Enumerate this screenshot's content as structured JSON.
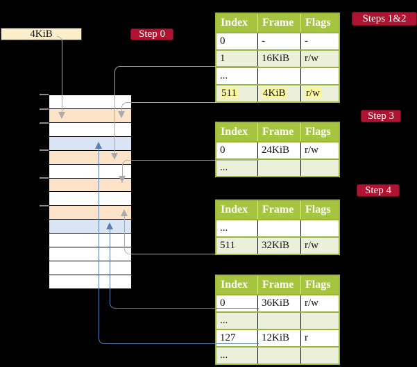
{
  "pointer_box": {
    "label": "4KiB"
  },
  "step_badges": [
    {
      "id": "step0",
      "label": "Step 0"
    },
    {
      "id": "steps12",
      "label": "Steps 1&2"
    },
    {
      "id": "step3",
      "label": "Step 3"
    },
    {
      "id": "step4",
      "label": "Step 4"
    }
  ],
  "page_tables": [
    {
      "id": "table-steps-1-2",
      "headers": [
        "Index",
        "Frame",
        "Flags"
      ],
      "rows": [
        {
          "index": "0",
          "frame": "-",
          "flags": "-",
          "shaded": false,
          "highlighted": false
        },
        {
          "index": "1",
          "frame": "16KiB",
          "flags": "r/w",
          "shaded": true,
          "highlighted": false
        },
        {
          "index": "...",
          "frame": "",
          "flags": "",
          "shaded": false,
          "highlighted": false
        },
        {
          "index": "511",
          "frame": "4KiB",
          "flags": "r/w",
          "shaded": true,
          "highlighted": true
        }
      ]
    },
    {
      "id": "table-step-3",
      "headers": [
        "Index",
        "Frame",
        "Flags"
      ],
      "rows": [
        {
          "index": "0",
          "frame": "24KiB",
          "flags": "r/w",
          "shaded": false,
          "highlighted": false
        },
        {
          "index": "...",
          "frame": "",
          "flags": "",
          "shaded": true,
          "highlighted": false
        }
      ]
    },
    {
      "id": "table-step-4",
      "headers": [
        "Index",
        "Frame",
        "Flags"
      ],
      "rows": [
        {
          "index": "...",
          "frame": "",
          "flags": "",
          "shaded": false,
          "highlighted": false
        },
        {
          "index": "511",
          "frame": "32KiB",
          "flags": "r/w",
          "shaded": true,
          "highlighted": false
        }
      ]
    },
    {
      "id": "table-leaf",
      "headers": [
        "Index",
        "Frame",
        "Flags"
      ],
      "rows": [
        {
          "index": "0",
          "frame": "36KiB",
          "flags": "r/w",
          "shaded": false,
          "highlighted": false
        },
        {
          "index": "...",
          "frame": "",
          "flags": "",
          "shaded": true,
          "highlighted": false
        },
        {
          "index": "127",
          "frame": "12KiB",
          "flags": "r",
          "shaded": false,
          "highlighted": false
        },
        {
          "index": "...",
          "frame": "",
          "flags": "",
          "shaded": true,
          "highlighted": false
        }
      ]
    }
  ],
  "memory_column": {
    "rows": [
      {
        "fill": "white"
      },
      {
        "fill": "peach"
      },
      {
        "fill": "white"
      },
      {
        "fill": "blue"
      },
      {
        "fill": "peach"
      },
      {
        "fill": "white"
      },
      {
        "fill": "peach"
      },
      {
        "fill": "white"
      },
      {
        "fill": "peach"
      },
      {
        "fill": "blue"
      },
      {
        "fill": "white"
      },
      {
        "fill": "white"
      },
      {
        "fill": "white"
      },
      {
        "fill": "white"
      }
    ]
  },
  "arrows": [
    {
      "id": "root",
      "style": "gray",
      "from": "pointer-box-4KiB",
      "to": "memory-row-2"
    },
    {
      "id": "a",
      "style": "gray",
      "from": "table1-entry-1-frame-16KiB",
      "to": "memory-row-5"
    },
    {
      "id": "b",
      "style": "gray",
      "from": "table1-entry-511-frame-4KiB",
      "to": "memory-row-2"
    },
    {
      "id": "c",
      "style": "gray",
      "from": "table2-entry-0-frame-24KiB",
      "to": "memory-row-7"
    },
    {
      "id": "d",
      "style": "gray",
      "from": "table3-entry-511-frame-32KiB",
      "to": "memory-row-9"
    },
    {
      "id": "e",
      "style": "blue",
      "from": "table4-entry-0-frame-36KiB",
      "to": "memory-row-10"
    },
    {
      "id": "f",
      "style": "blue",
      "from": "table4-entry-127-frame-12KiB",
      "to": "memory-row-4"
    }
  ],
  "colors": {
    "badge_red": "#ae1431",
    "table_header_green": "#a6c440",
    "table_border_green": "#9cb53b",
    "shaded_cell_green": "#ecf0da",
    "highlight_yellow": "#fcf6a1",
    "memory_peach": "#fde4c9",
    "memory_blue": "#d9e5f4",
    "pointer_cream": "#fbeecb",
    "line_gray": "#ababab",
    "line_blue": "#5d7eb2"
  }
}
